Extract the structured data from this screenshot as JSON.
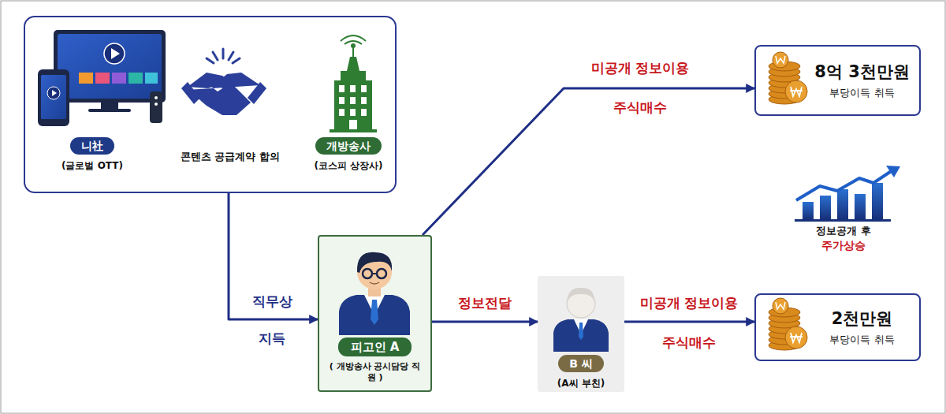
{
  "diagram": {
    "nodes": [
      {
        "text": [
          "콘텐츠 공급계약 합의"
        ]
      },
      {
        "text": [
          "니社",
          "(글로벌 OTT)"
        ],
        "in": 0
      },
      {
        "text": [
          "개방송사",
          "(코스피 상장사)"
        ],
        "in": 0
      },
      {
        "text": [
          "피고인 A",
          "( 개방송사 공시담당 직원 )"
        ]
      },
      {
        "text": [
          "B 씨",
          "(A씨 부친)"
        ]
      },
      {
        "text": [
          "8억 3천만원",
          "부당이득 취득"
        ]
      },
      {
        "text": [
          "2천만원",
          "부당이득 취득"
        ]
      }
    ],
    "edges": [
      {
        "from": 0,
        "to": 3,
        "arrow": "to",
        "label": "직무상"
      },
      {
        "from": 3,
        "to": 5,
        "arrow": "to",
        "label": "미공개 정보이용"
      },
      {
        "from": 3,
        "to": 4,
        "arrow": "to",
        "label": "정보전달"
      },
      {
        "from": 4,
        "to": 6,
        "arrow": "to",
        "label": "미공개 정보이용"
      }
    ],
    "labels": [
      "지득",
      "주식매수",
      "주식매수",
      "정보공개 후",
      "주가상승"
    ]
  }
}
